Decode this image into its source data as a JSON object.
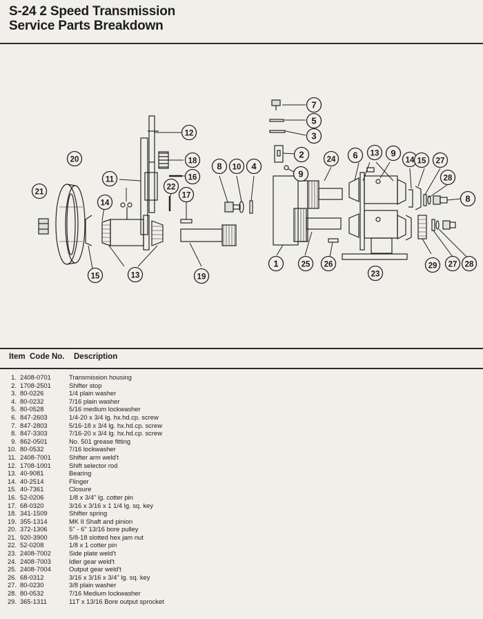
{
  "header": {
    "title_line1": "S-24 2 Speed Transmission",
    "title_line2": "Service Parts Breakdown"
  },
  "table": {
    "col_item": "Item",
    "col_code": "Code No.",
    "col_desc": "Description",
    "rows": [
      {
        "item": "1.",
        "code": "2408-0701",
        "desc": "Transmission housing"
      },
      {
        "item": "2.",
        "code": "1708-2501",
        "desc": "Shifter stop"
      },
      {
        "item": "3.",
        "code": "80-0226",
        "desc": "1/4 plain washer"
      },
      {
        "item": "4.",
        "code": "80-0232",
        "desc": "7/16 plain washer"
      },
      {
        "item": "5.",
        "code": "80-0528",
        "desc": "5/16 medium lockwasher"
      },
      {
        "item": "6.",
        "code": "847-2603",
        "desc": "1/4-20 x 3/4 lg. hx.hd.cp. screw"
      },
      {
        "item": "7.",
        "code": "847-2803",
        "desc": "5/16-18 x 3/4 lg. hx.hd.cp. screw"
      },
      {
        "item": "8.",
        "code": "847-3303",
        "desc": "7/16-20 x 3/4 lg. hx.hd.cp. screw"
      },
      {
        "item": "9.",
        "code": "862-0501",
        "desc": "No. 501 grease fitting"
      },
      {
        "item": "10.",
        "code": "80-0532",
        "desc": "7/16 lockwasher"
      },
      {
        "item": "11.",
        "code": "2408-7001",
        "desc": "Shifter arm weld't"
      },
      {
        "item": "12.",
        "code": "1708-1001",
        "desc": "Shift selector rod"
      },
      {
        "item": "13.",
        "code": "40-9081",
        "desc": "Bearing"
      },
      {
        "item": "14.",
        "code": "40-2514",
        "desc": "Flinger"
      },
      {
        "item": "15.",
        "code": "40-7361",
        "desc": "Closure"
      },
      {
        "item": "16.",
        "code": "52-0206",
        "desc": "1/8 x 3/4\" lg. cotter pin"
      },
      {
        "item": "17.",
        "code": "68-0320",
        "desc": "3/16 x 3/16 x 1 1/4 lg. sq. key"
      },
      {
        "item": "18.",
        "code": "341-1509",
        "desc": "Shifter spring"
      },
      {
        "item": "19.",
        "code": "355-1314",
        "desc": "MK II Shaft and pinion"
      },
      {
        "item": "20.",
        "code": "372-1306",
        "desc": "5'' - 6'' 13/16 bore pulley"
      },
      {
        "item": "21.",
        "code": "920-3900",
        "desc": "5/8-18 slotted hex jam nut"
      },
      {
        "item": "22.",
        "code": "52-0208",
        "desc": "1/8 x 1 cotter pin"
      },
      {
        "item": "23.",
        "code": "2408-7002",
        "desc": "Side plate weld't"
      },
      {
        "item": "24.",
        "code": "2408-7003",
        "desc": "Idler gear weld't"
      },
      {
        "item": "25.",
        "code": "2408-7004",
        "desc": "Output gear weld't"
      },
      {
        "item": "26.",
        "code": "68-0312",
        "desc": "3/16 x 3/16 x 3/4\" lg. sq. key"
      },
      {
        "item": "27.",
        "code": "80-0230",
        "desc": "3/8 plain washer"
      },
      {
        "item": "28.",
        "code": "80-0532",
        "desc": "7/16 Medium lockwasher"
      },
      {
        "item": "29.",
        "code": "365-1311",
        "desc": "11T x 13/16 Bore output sprocket"
      }
    ]
  },
  "diagram": {
    "callouts": [
      "1",
      "2",
      "3",
      "4",
      "5",
      "6",
      "7",
      "8",
      "8",
      "9",
      "9",
      "10",
      "11",
      "12",
      "13",
      "13",
      "14",
      "14",
      "15",
      "15",
      "16",
      "17",
      "18",
      "19",
      "20",
      "21",
      "22",
      "23",
      "24",
      "25",
      "26",
      "27",
      "27",
      "28",
      "28",
      "29"
    ]
  }
}
